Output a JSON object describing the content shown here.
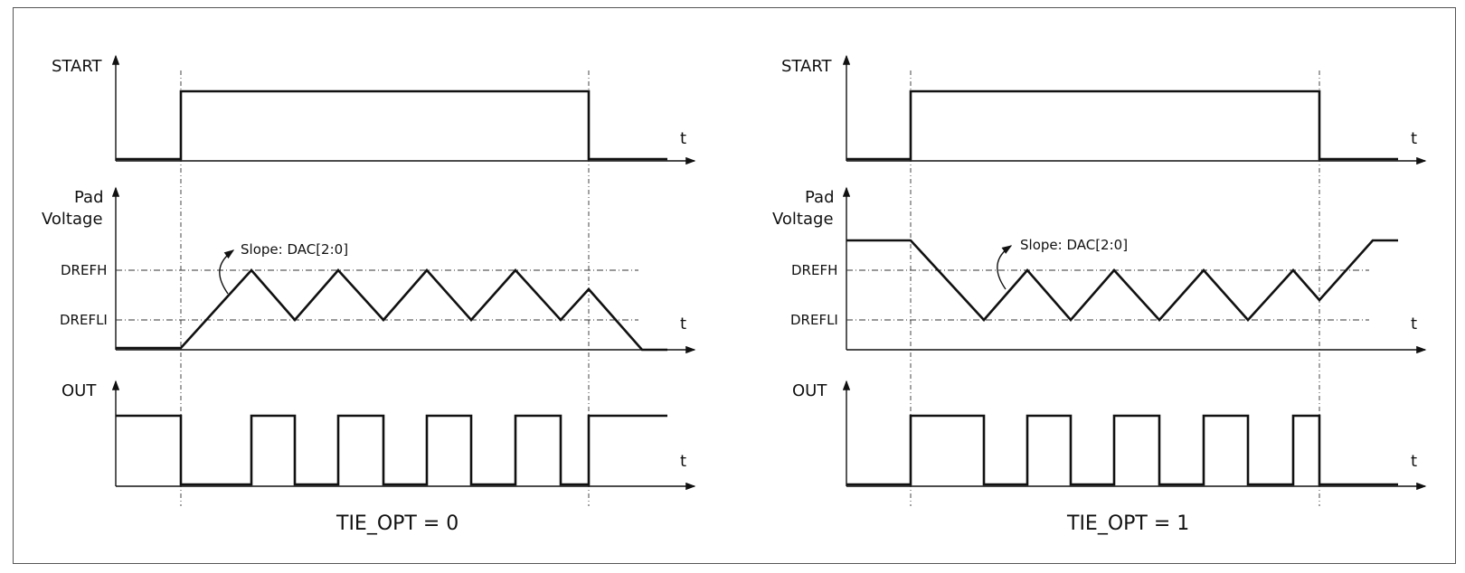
{
  "panels": [
    {
      "id": "tie0",
      "caption": "TIE_OPT = 0",
      "labels": {
        "start": "START",
        "pad_line1": "Pad",
        "pad_line2": "Voltage",
        "out": "OUT",
        "dref_h": "DREFH",
        "dref_l": "DREFLI",
        "slope": "Slope: DAC[2:0]",
        "t": "t"
      }
    },
    {
      "id": "tie1",
      "caption": "TIE_OPT = 1",
      "labels": {
        "start": "START",
        "pad_line1": "Pad",
        "pad_line2": "Voltage",
        "out": "OUT",
        "dref_h": "DREFH",
        "dref_l": "DREFLI",
        "slope": "Slope: DAC[2:0]",
        "t": "t"
      }
    }
  ]
}
